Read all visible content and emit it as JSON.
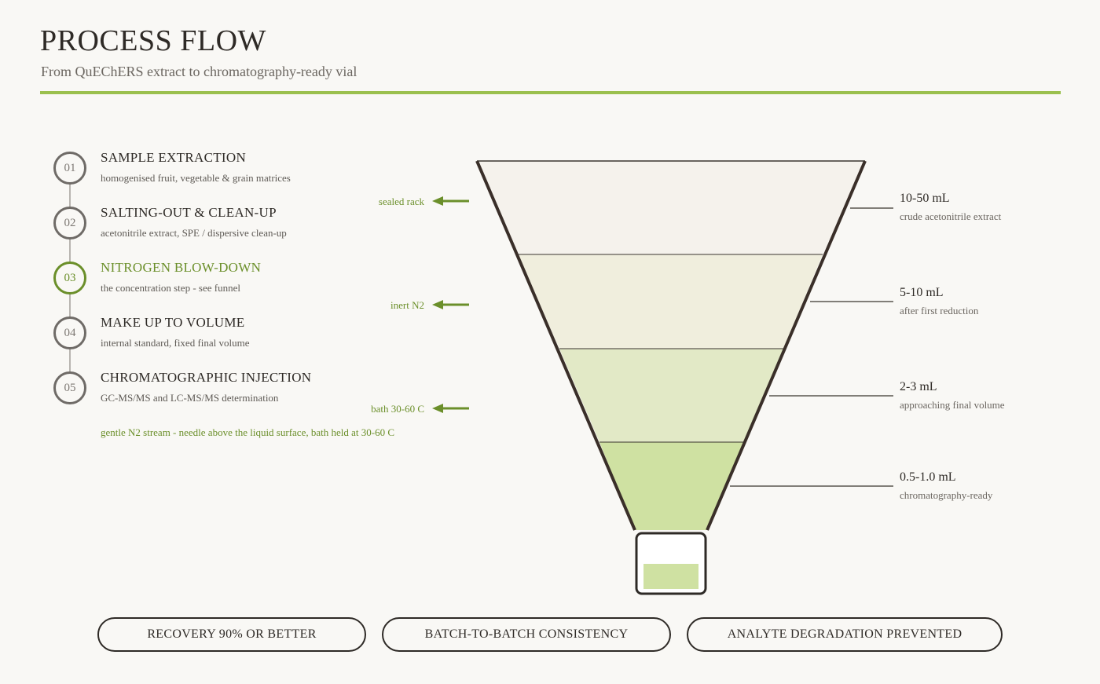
{
  "header": {
    "title": "PROCESS FLOW",
    "subtitle": "From QuEChERS extract to chromatography-ready vial"
  },
  "steps": [
    {
      "number": "01",
      "title": "SAMPLE EXTRACTION",
      "desc": "homogenised fruit, vegetable & grain matrices",
      "active": false
    },
    {
      "number": "02",
      "title": "SALTING-OUT & CLEAN-UP",
      "desc": "acetonitrile extract, SPE / dispersive clean-up",
      "active": false
    },
    {
      "number": "03",
      "title": "NITROGEN BLOW-DOWN",
      "desc": "the concentration step - see funnel",
      "active": true
    },
    {
      "number": "04",
      "title": "MAKE UP TO VOLUME",
      "desc": "internal standard, fixed final volume",
      "active": false
    },
    {
      "number": "05",
      "title": "CHROMATOGRAPHIC INJECTION",
      "desc": "GC-MS/MS and LC-MS/MS determination",
      "active": false
    }
  ],
  "note": "gentle N2 stream - needle above the liquid surface, bath held at 30-60 C",
  "inputs": [
    {
      "label": "sealed rack"
    },
    {
      "label": "inert N2"
    },
    {
      "label": "bath 30-60 C"
    }
  ],
  "funnel_stages": [
    {
      "volume": "10-50 mL",
      "desc": "crude acetonitrile extract",
      "color": "#f5f2ec"
    },
    {
      "volume": "5-10 mL",
      "desc": "after first reduction",
      "color": "#f0eedd"
    },
    {
      "volume": "2-3 mL",
      "desc": "approaching final volume",
      "color": "#e2e9c6"
    },
    {
      "volume": "0.5-1.0 mL",
      "desc": "chromatography-ready",
      "color": "#cfe1a2"
    }
  ],
  "outcomes": [
    {
      "label": "RECOVERY 90% OR BETTER"
    },
    {
      "label": "BATCH-TO-BATCH CONSISTENCY"
    },
    {
      "label": "ANALYTE DEGRADATION PREVENTED"
    }
  ],
  "colors": {
    "accent": "#9bc04e",
    "accent_dark": "#6b8f2a",
    "ink": "#2e2a26",
    "background": "#f9f8f5"
  }
}
